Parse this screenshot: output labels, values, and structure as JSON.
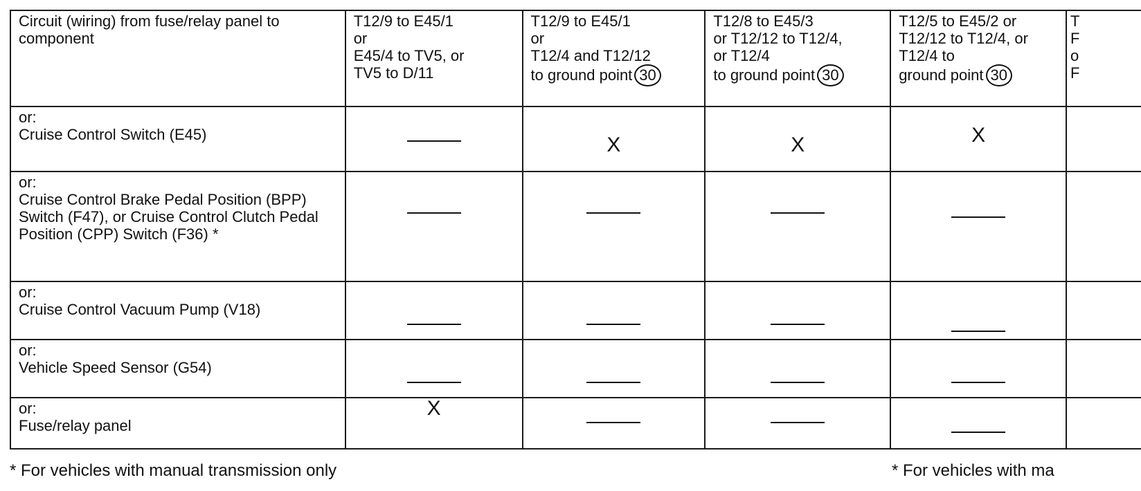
{
  "table": {
    "header": {
      "row_label": "Circuit (wiring) from fuse/relay panel to component",
      "columns": [
        {
          "text": "T12/9 to E45/1\nor\nE45/4 to TV5, or\nTV5 to D/11"
        },
        {
          "text": "T12/9 to E45/1\nor\nT12/4 and T12/12\nto ground point",
          "ref": "30"
        },
        {
          "text": "T12/8 to E45/3\nor T12/12 to T12/4,\nor T12/4\nto ground point",
          "ref": "30"
        },
        {
          "text": "T12/5 to E45/2 or\nT12/12 to T12/4, or\nT12/4 to\nground point",
          "ref": "30"
        },
        {
          "text": "T\nF\no\nF"
        }
      ]
    },
    "rows": [
      {
        "prefix": "or:",
        "label": "Cruise Control Switch (E45)",
        "cells": [
          "—",
          "X",
          "X",
          "X",
          ""
        ]
      },
      {
        "prefix": "or:",
        "label": "Cruise Control Brake Pedal Position (BPP) Switch (F47), or Cruise Control Clutch Pedal Position (CPP) Switch (F36) *",
        "cells": [
          "—",
          "—",
          "—",
          "—",
          ""
        ]
      },
      {
        "prefix": "or:",
        "label": "Cruise Control Vacuum Pump (V18)",
        "cells": [
          "—",
          "—",
          "—",
          "—",
          ""
        ]
      },
      {
        "prefix": "or:",
        "label": "Vehicle Speed Sensor (G54)",
        "cells": [
          "—",
          "—",
          "—",
          "—",
          ""
        ]
      },
      {
        "prefix": "or:",
        "label": "Fuse/relay panel",
        "cells": [
          "X",
          "—",
          "—",
          "—",
          ""
        ]
      }
    ]
  },
  "footnotes": {
    "left": "* For vehicles with manual transmission only",
    "right": "* For vehicles with ma"
  }
}
